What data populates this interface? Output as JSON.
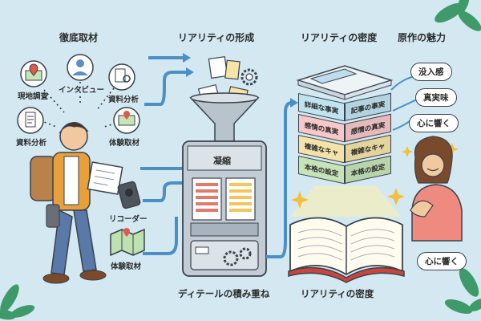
{
  "sections": {
    "research": "徹底取材",
    "formation": "リアリティの形成",
    "density": "リアリティの密度",
    "charm": "原作の魅力"
  },
  "research_items": {
    "field": "現地調査",
    "interview": "インタビュー",
    "analysis_top": "資料分析",
    "analysis_left": "資料分析",
    "experience_top": "体験取材",
    "recorder": "リコーダー",
    "experience_bottom": "体験取材"
  },
  "machine": {
    "label": "凝縮",
    "caption": "ディテールの積み重ね"
  },
  "layers": [
    {
      "left": "詳細な事実",
      "right": "記事の事実",
      "color": "#bfe3f0"
    },
    {
      "left": "感情の真実",
      "right": "感情の真実",
      "color": "#f6c8c8"
    },
    {
      "left": "複雑なキャ",
      "right": "複雑なキャ",
      "color": "#f4e3a8"
    },
    {
      "left": "本格の設定",
      "right": "本格の設定",
      "color": "#c6e4b8"
    }
  ],
  "book_caption": "リアリティの密度",
  "charm_items": [
    "没入感",
    "真実味",
    "心に響く"
  ],
  "reader_reaction": "心に響く",
  "colors": {
    "background": "#d3e8f1",
    "arrow": "#4b90c4",
    "machine": "#c3ccd4",
    "leaf": "#3f9a6a"
  }
}
